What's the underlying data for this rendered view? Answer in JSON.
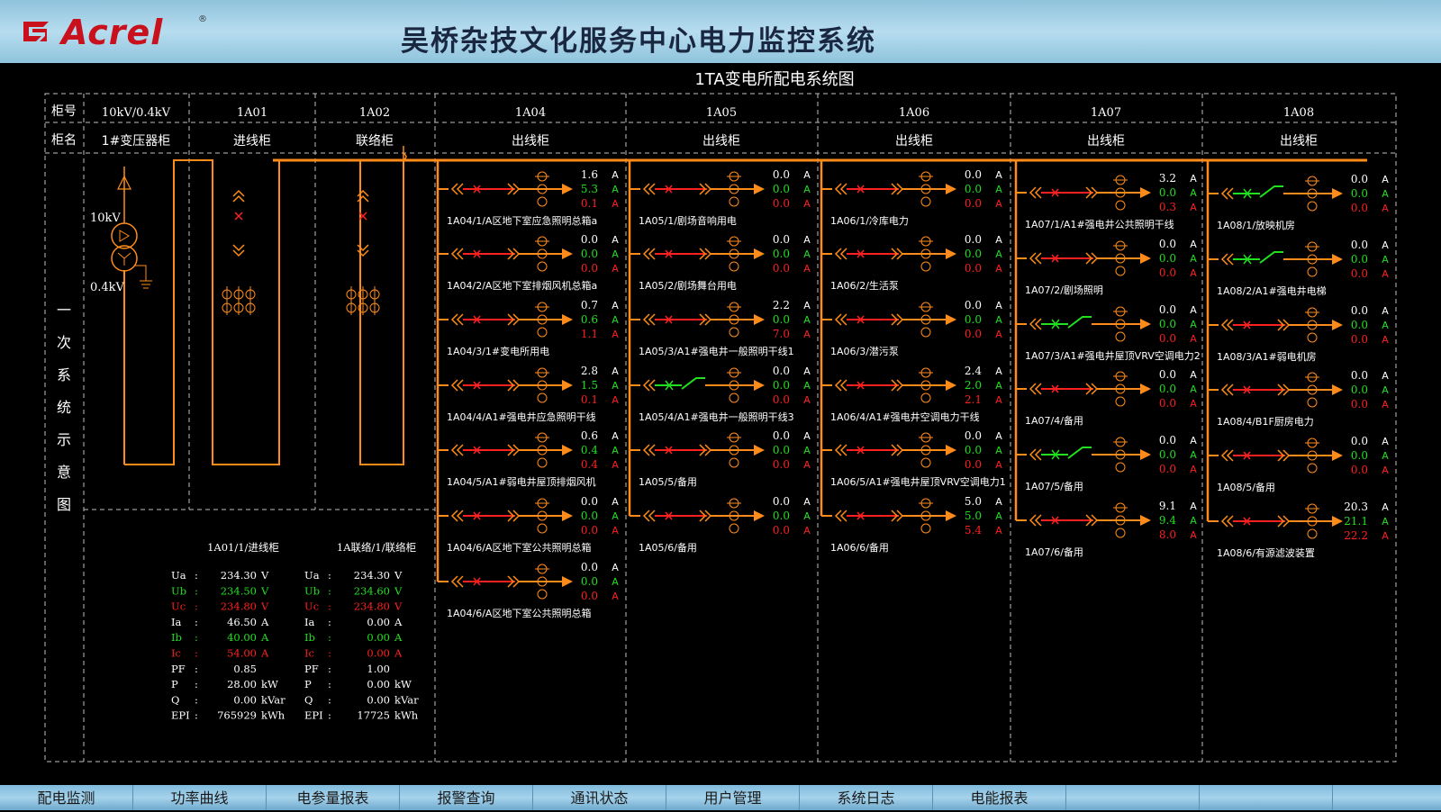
{
  "app": {
    "brand": "Acrel",
    "brand_reg": "®",
    "title": "吴桥杂技文化服务中心电力监控系统"
  },
  "diagram": {
    "title": "1TA变电所配电系统图",
    "vertical_label": [
      "一",
      "次",
      "系",
      "统",
      "示",
      "意",
      "图"
    ],
    "row_labels": {
      "code": "柜号",
      "name": "柜名"
    },
    "cabinets": [
      {
        "code": "10kV/0.4kV",
        "name": "1#变压器柜"
      },
      {
        "code": "1A01",
        "name": "进线柜"
      },
      {
        "code": "1A02",
        "name": "联络柜"
      },
      {
        "code": "1A04",
        "name": "出线柜"
      },
      {
        "code": "1A05",
        "name": "出线柜"
      },
      {
        "code": "1A06",
        "name": "出线柜"
      },
      {
        "code": "1A07",
        "name": "出线柜"
      },
      {
        "code": "1A08",
        "name": "出线柜"
      }
    ],
    "transformer": {
      "hv": "10kV",
      "lv": "0.4kV"
    },
    "unit": "A",
    "colors": {
      "bus": "#ff8c1a",
      "open": "#ff2020",
      "closed": "#20e020",
      "ia": "#ffffff",
      "ib": "#20e020",
      "ic": "#ff2020"
    }
  },
  "meters": [
    {
      "title": "1A01/1/进线柜",
      "rows": [
        {
          "k": "Ua",
          "v": "234.30",
          "u": "V",
          "c": "#ffffff"
        },
        {
          "k": "Ub",
          "v": "234.50",
          "u": "V",
          "c": "#20e020"
        },
        {
          "k": "Uc",
          "v": "234.80",
          "u": "V",
          "c": "#ff2020"
        },
        {
          "k": "Ia",
          "v": "46.50",
          "u": "A",
          "c": "#ffffff"
        },
        {
          "k": "Ib",
          "v": "40.00",
          "u": "A",
          "c": "#20e020"
        },
        {
          "k": "Ic",
          "v": "54.00",
          "u": "A",
          "c": "#ff2020"
        },
        {
          "k": "PF",
          "v": "0.85",
          "u": "",
          "c": "#ffffff"
        },
        {
          "k": "P",
          "v": "28.00",
          "u": "kW",
          "c": "#ffffff"
        },
        {
          "k": "Q",
          "v": "0.00",
          "u": "kVar",
          "c": "#ffffff"
        },
        {
          "k": "EPI",
          "v": "765929",
          "u": "kWh",
          "c": "#ffffff"
        }
      ]
    },
    {
      "title": "1A联络/1/联络柜",
      "rows": [
        {
          "k": "Ua",
          "v": "234.30",
          "u": "V",
          "c": "#ffffff"
        },
        {
          "k": "Ub",
          "v": "234.60",
          "u": "V",
          "c": "#20e020"
        },
        {
          "k": "Uc",
          "v": "234.80",
          "u": "V",
          "c": "#ff2020"
        },
        {
          "k": "Ia",
          "v": "0.00",
          "u": "A",
          "c": "#ffffff"
        },
        {
          "k": "Ib",
          "v": "0.00",
          "u": "A",
          "c": "#20e020"
        },
        {
          "k": "Ic",
          "v": "0.00",
          "u": "A",
          "c": "#ff2020"
        },
        {
          "k": "PF",
          "v": "1.00",
          "u": "",
          "c": "#ffffff"
        },
        {
          "k": "P",
          "v": "0.00",
          "u": "kW",
          "c": "#ffffff"
        },
        {
          "k": "Q",
          "v": "0.00",
          "u": "kVar",
          "c": "#ffffff"
        },
        {
          "k": "EPI",
          "v": "17725",
          "u": "kWh",
          "c": "#ffffff"
        }
      ]
    }
  ],
  "feeder_columns": [
    {
      "cabinet": "1A04",
      "feeders": [
        {
          "label": "1A04/1/A区地下室应急照明总箱a",
          "ia": "1.6",
          "ib": "5.3",
          "ic": "0.1",
          "state": "open"
        },
        {
          "label": "1A04/2/A区地下室排烟风机总箱a",
          "ia": "0.0",
          "ib": "0.0",
          "ic": "0.0",
          "state": "open"
        },
        {
          "label": "1A04/3/1#变电所用电",
          "ia": "0.7",
          "ib": "0.6",
          "ic": "1.1",
          "state": "open"
        },
        {
          "label": "1A04/4/A1#强电井应急照明干线",
          "ia": "2.8",
          "ib": "1.5",
          "ic": "0.1",
          "state": "open"
        },
        {
          "label": "1A04/5/A1#弱电井屋顶排烟风机",
          "ia": "0.6",
          "ib": "0.4",
          "ic": "0.4",
          "state": "open"
        },
        {
          "label": "1A04/6/A区地下室公共照明总箱",
          "ia": "0.0",
          "ib": "0.0",
          "ic": "0.0",
          "state": "open"
        },
        {
          "label": "1A04/6/A区地下室公共照明总箱",
          "ia": "0.0",
          "ib": "0.0",
          "ic": "0.0",
          "state": "open"
        }
      ]
    },
    {
      "cabinet": "1A05",
      "feeders": [
        {
          "label": "1A05/1/剧场音响用电",
          "ia": "0.0",
          "ib": "0.0",
          "ic": "0.0",
          "state": "open"
        },
        {
          "label": "1A05/2/剧场舞台用电",
          "ia": "0.0",
          "ib": "0.0",
          "ic": "0.0",
          "state": "open"
        },
        {
          "label": "1A05/3/A1#强电井一般照明干线1",
          "ia": "2.2",
          "ib": "0.0",
          "ic": "7.0",
          "state": "open"
        },
        {
          "label": "1A05/4/A1#强电井一般照明干线3",
          "ia": "0.0",
          "ib": "0.0",
          "ic": "0.0",
          "state": "closed"
        },
        {
          "label": "1A05/5/备用",
          "ia": "0.0",
          "ib": "0.0",
          "ic": "0.0",
          "state": "open"
        },
        {
          "label": "1A05/6/备用",
          "ia": "0.0",
          "ib": "0.0",
          "ic": "0.0",
          "state": "open"
        }
      ]
    },
    {
      "cabinet": "1A06",
      "feeders": [
        {
          "label": "1A06/1/冷库电力",
          "ia": "0.0",
          "ib": "0.0",
          "ic": "0.0",
          "state": "open"
        },
        {
          "label": "1A06/2/生活泵",
          "ia": "0.0",
          "ib": "0.0",
          "ic": "0.0",
          "state": "open"
        },
        {
          "label": "1A06/3/潜污泵",
          "ia": "0.0",
          "ib": "0.0",
          "ic": "0.0",
          "state": "open"
        },
        {
          "label": "1A06/4/A1#强电井空调电力干线",
          "ia": "2.4",
          "ib": "2.0",
          "ic": "2.1",
          "state": "open"
        },
        {
          "label": "1A06/5/A1#强电井屋顶VRV空调电力1",
          "ia": "0.0",
          "ib": "0.0",
          "ic": "0.0",
          "state": "open"
        },
        {
          "label": "1A06/6/备用",
          "ia": "5.0",
          "ib": "5.0",
          "ic": "5.4",
          "state": "open"
        }
      ]
    },
    {
      "cabinet": "1A07",
      "feeders": [
        {
          "label": "1A07/1/A1#强电井公共照明干线",
          "ia": "3.2",
          "ib": "0.0",
          "ic": "0.3",
          "state": "open"
        },
        {
          "label": "1A07/2/剧场照明",
          "ia": "0.0",
          "ib": "0.0",
          "ic": "0.0",
          "state": "open"
        },
        {
          "label": "1A07/3/A1#强电井屋顶VRV空调电力2",
          "ia": "0.0",
          "ib": "0.0",
          "ic": "0.0",
          "state": "closed"
        },
        {
          "label": "1A07/4/备用",
          "ia": "0.0",
          "ib": "0.0",
          "ic": "0.0",
          "state": "open"
        },
        {
          "label": "1A07/5/备用",
          "ia": "0.0",
          "ib": "0.0",
          "ic": "0.0",
          "state": "closed"
        },
        {
          "label": "1A07/6/备用",
          "ia": "9.1",
          "ib": "9.4",
          "ic": "8.0",
          "state": "open"
        }
      ]
    },
    {
      "cabinet": "1A08",
      "feeders": [
        {
          "label": "1A08/1/放映机房",
          "ia": "0.0",
          "ib": "0.0",
          "ic": "0.0",
          "state": "closed"
        },
        {
          "label": "1A08/2/A1#强电井电梯",
          "ia": "0.0",
          "ib": "0.0",
          "ic": "0.0",
          "state": "closed"
        },
        {
          "label": "1A08/3/A1#弱电机房",
          "ia": "0.0",
          "ib": "0.0",
          "ic": "0.0",
          "state": "open"
        },
        {
          "label": "1A08/4/B1F厨房电力",
          "ia": "0.0",
          "ib": "0.0",
          "ic": "0.0",
          "state": "open"
        },
        {
          "label": "1A08/5/备用",
          "ia": "0.0",
          "ib": "0.0",
          "ic": "0.0",
          "state": "open"
        },
        {
          "label": "1A08/6/有源滤波装置",
          "ia": "20.3",
          "ib": "21.1",
          "ic": "22.2",
          "state": "open"
        }
      ]
    }
  ],
  "tabs": [
    "配电监测",
    "功率曲线",
    "电参量报表",
    "报警查询",
    "通讯状态",
    "用户管理",
    "系统日志",
    "电能报表",
    "",
    ""
  ]
}
